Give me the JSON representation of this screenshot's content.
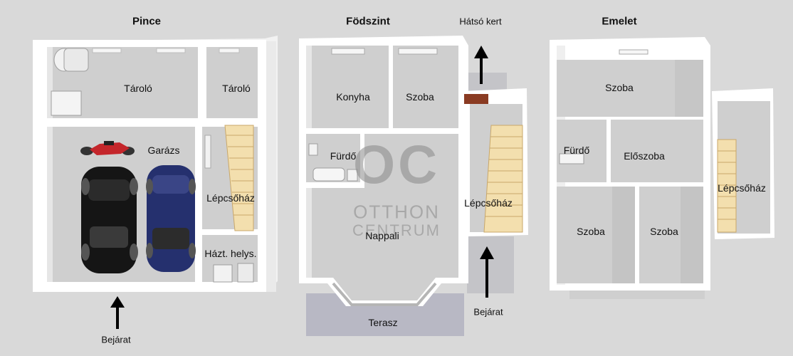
{
  "floors": {
    "pince": {
      "title": "Pince",
      "rooms": {
        "tarolo_1": "Tároló",
        "tarolo_2": "Tároló",
        "garazs": "Garázs",
        "lepcsohaz": "Lépcsőház",
        "hazt_helys": "Házt. helys."
      },
      "entrance": "Bejárat"
    },
    "fodszint": {
      "title": "Födszint",
      "rooms": {
        "konyha": "Konyha",
        "szoba": "Szoba",
        "furdo": "Fürdő",
        "nappali": "Nappali",
        "lepcsohaz": "Lépcsőház",
        "terasz": "Terasz"
      },
      "back_garden": "Hátsó kert",
      "entrance": "Bejárat"
    },
    "emelet": {
      "title": "Emelet",
      "rooms": {
        "szoba_top": "Szoba",
        "furdo": "Fürdő",
        "eloszoba": "Előszoba",
        "szoba_left": "Szoba",
        "szoba_right": "Szoba",
        "lepcsohaz": "Lépcsőház"
      }
    }
  },
  "watermark": {
    "logo": "OC",
    "line1": "OTTHON",
    "line2": "CENTRUM"
  },
  "colors": {
    "wall": "#ffffff",
    "floor": "#cfcfcf",
    "terrace": "#b8b8c4",
    "stairs": "#f3dfae",
    "car_left": "#151515",
    "car_right": "#25306e",
    "motorbike": "#c4262b",
    "door": "#8a3b22"
  }
}
